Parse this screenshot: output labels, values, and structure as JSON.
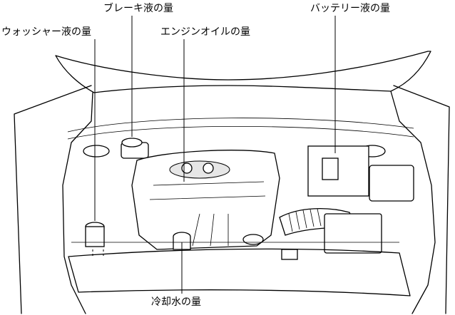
{
  "labels": {
    "brake_fluid": "ブレーキ液の量",
    "battery_fluid": "バッテリー液の量",
    "washer_fluid": "ウォッシャー液の量",
    "engine_oil": "エンジンオイルの量",
    "coolant": "冷却水の量"
  }
}
